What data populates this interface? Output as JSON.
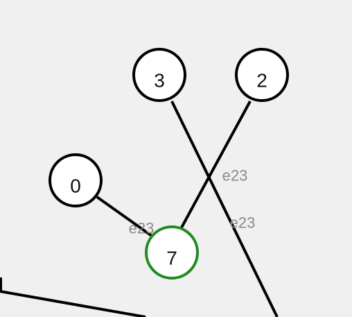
{
  "colors": {
    "background": "#f0f0f0",
    "node_fill": "#ffffff",
    "node_stroke": "#000000",
    "selected_node_stroke": "#228b22",
    "edge": "#000000",
    "edge_label": "#8a8a8a"
  },
  "nodes": [
    {
      "id": "n0",
      "label": "0",
      "selected": false
    },
    {
      "id": "n2",
      "label": "2",
      "selected": false
    },
    {
      "id": "n3",
      "label": "3",
      "selected": false
    },
    {
      "id": "n7",
      "label": "7",
      "selected": true
    }
  ],
  "edges": [
    {
      "id": "e-0-7",
      "label": "e23"
    },
    {
      "id": "e-2-7",
      "label": "e23"
    },
    {
      "id": "e-3-out",
      "label": "e23"
    },
    {
      "id": "e-offscreen",
      "label": ""
    }
  ]
}
